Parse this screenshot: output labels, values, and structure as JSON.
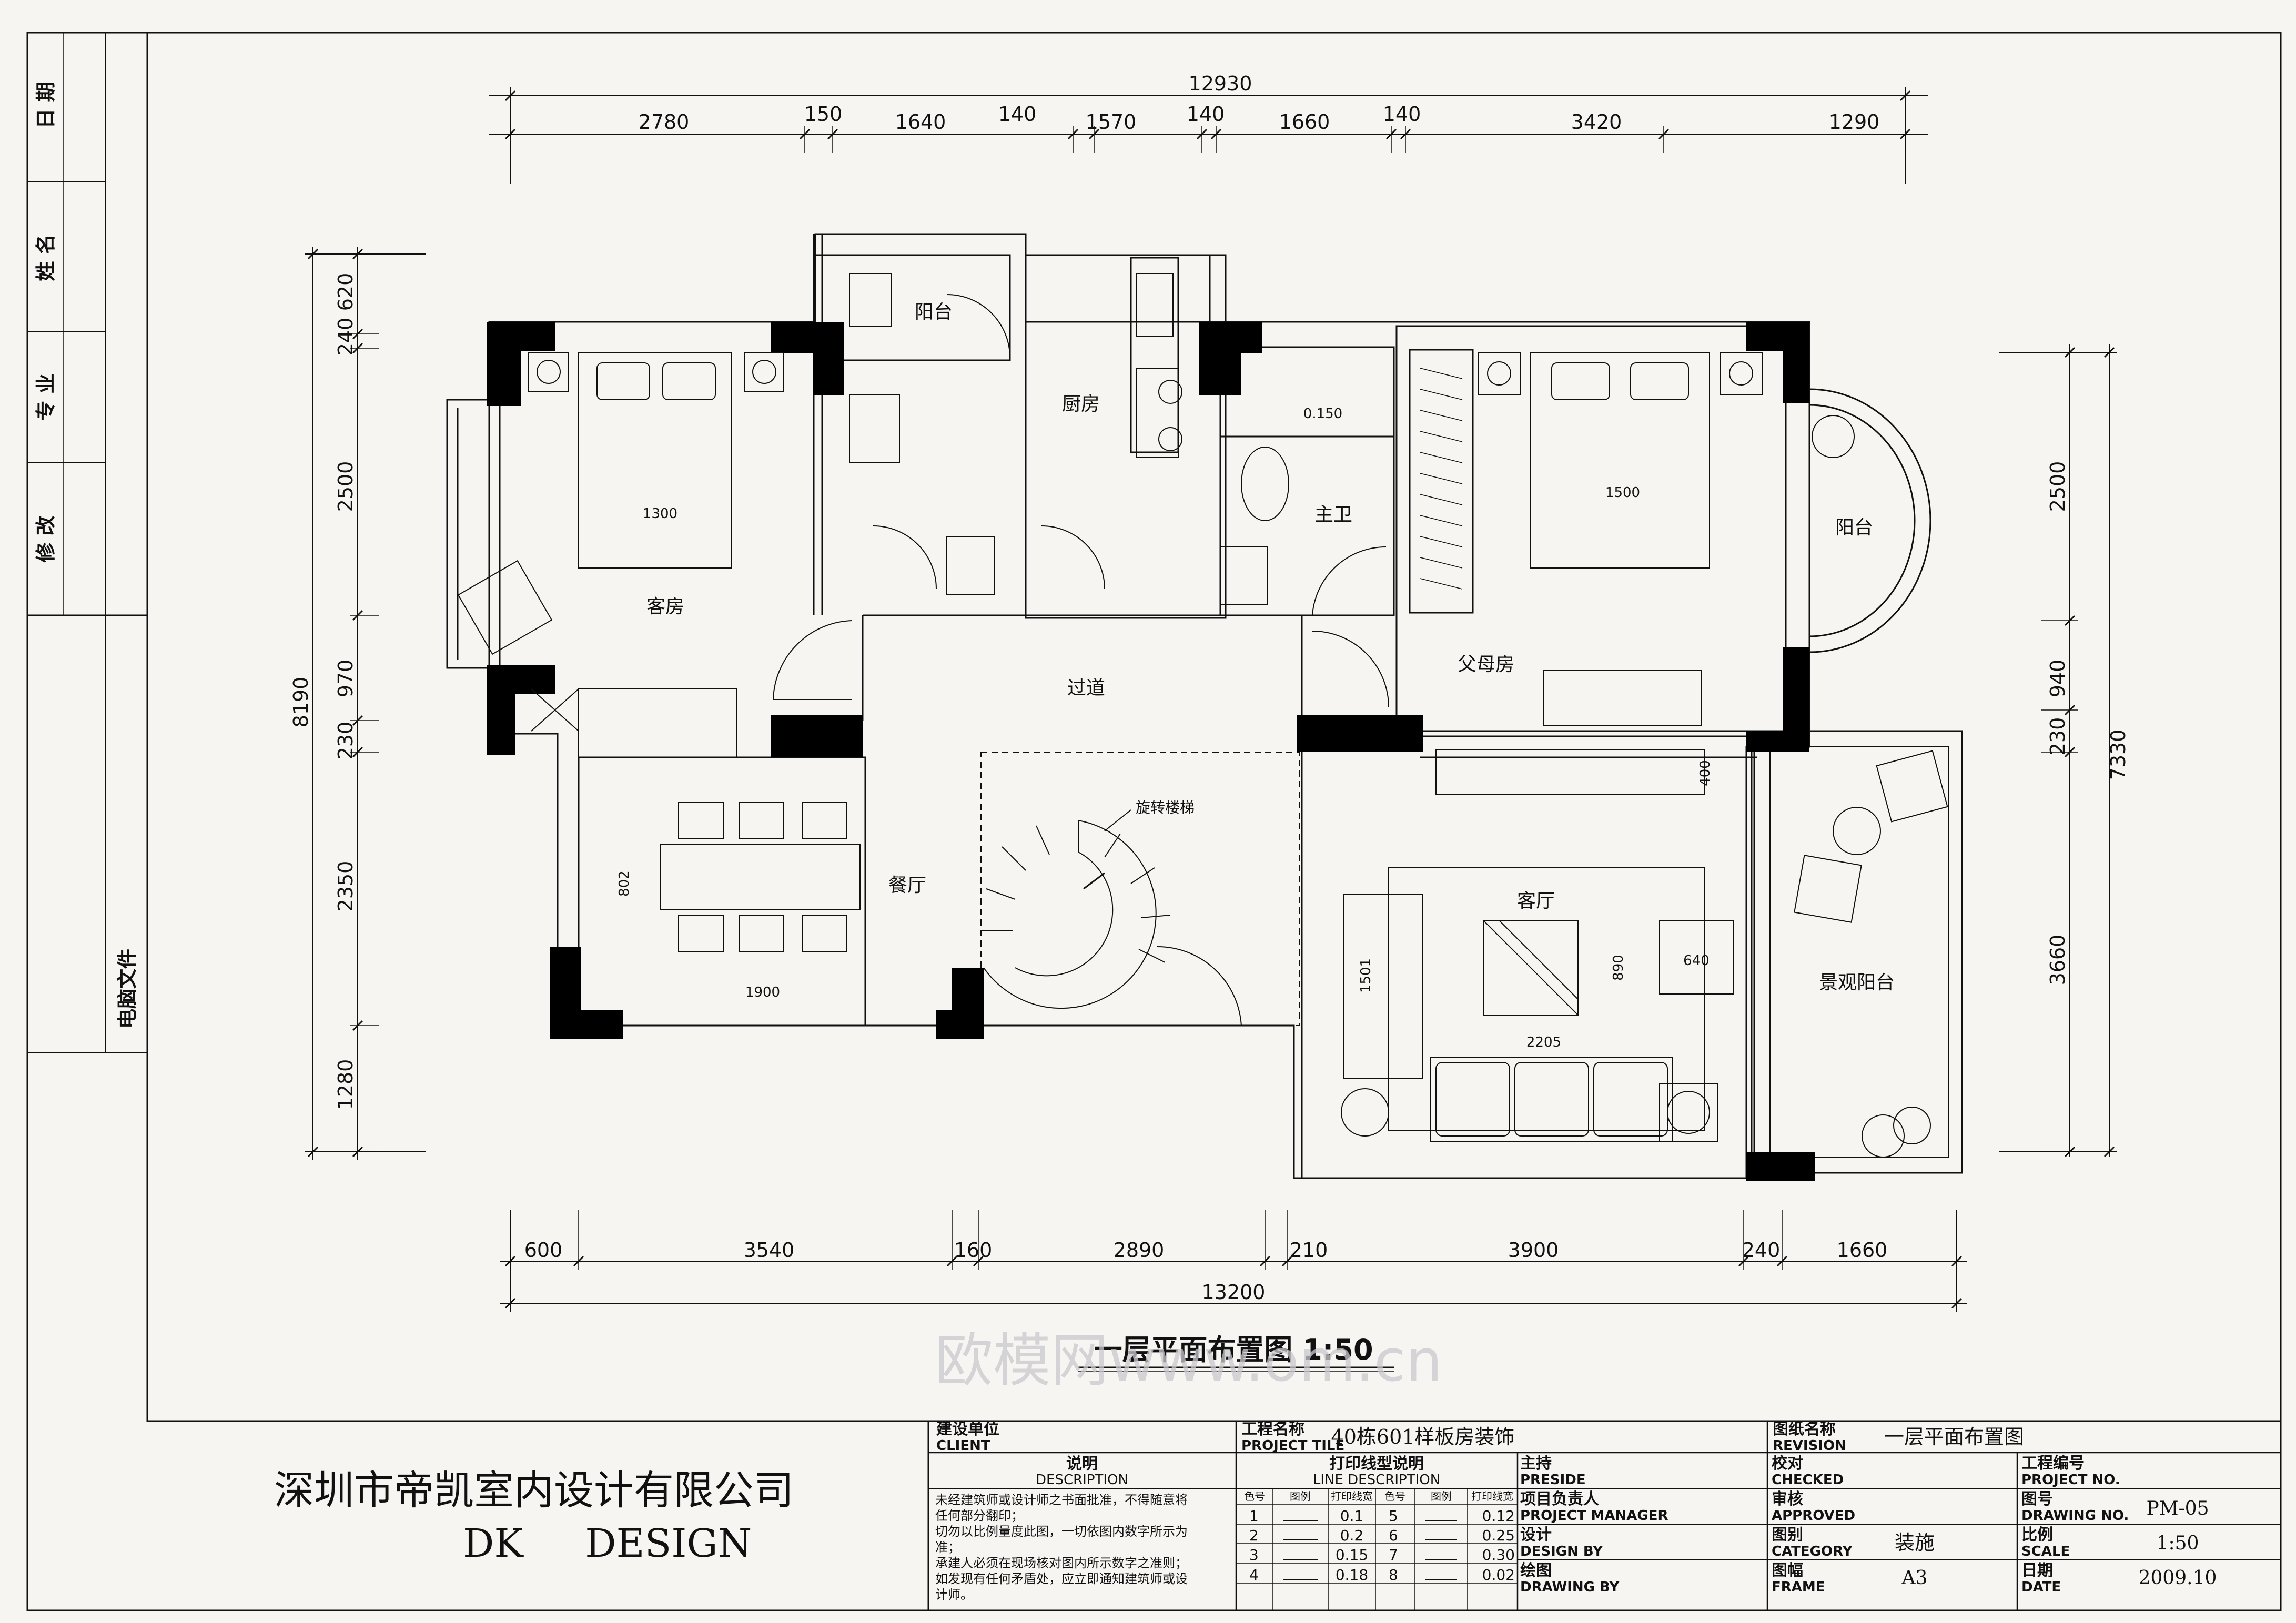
{
  "side_panel": {
    "labels": [
      "日 期",
      "姓 名",
      "专 业",
      "修 改"
    ],
    "computer_file": "电脑文件"
  },
  "dimensions": {
    "top_total": "12930",
    "top": [
      "2780",
      "150",
      "1640",
      "140",
      "1570",
      "140",
      "1660",
      "140",
      "3420",
      "1290"
    ],
    "bottom_total": "13200",
    "bottom": [
      "600",
      "3540",
      "160",
      "2890",
      "210",
      "3900",
      "240",
      "1660"
    ],
    "left_total": "8190",
    "left": [
      "620",
      "240",
      "2500",
      "970",
      "230",
      "2350",
      "1280"
    ],
    "right_total": "7330",
    "right": [
      "2500",
      "940",
      "230",
      "3660"
    ]
  },
  "rooms": {
    "balcony_small": "阳台",
    "kitchen": "厨房",
    "master_bath": "主卫",
    "guest_room": "客房",
    "parents_room": "父母房",
    "balcony_right": "阳台",
    "corridor": "过道",
    "dining": "餐厅",
    "spiral_stair": "旋转楼梯",
    "living": "客厅",
    "view_balcony": "景观阳台"
  },
  "furniture_dims": {
    "bed_left": "1300",
    "bed_right": "1500",
    "table_depth": "802",
    "table_length": "1900",
    "sofa_side": "1501",
    "sofa_long": "2205",
    "coffee_table_depth": "890",
    "armchair": "640",
    "tv_cabinet": "400",
    "shelf": "0.150"
  },
  "drawing_title": "一层平面布置图 1:50",
  "watermark": "欧模网www.om.cn",
  "company": {
    "name_cn": "深圳市帝凯室内设计有限公司",
    "name_en": "DK     DESIGN"
  },
  "title_block": {
    "client_cn": "建设单位",
    "client_en": "CLIENT",
    "project_title_cn": "工程名称",
    "project_title_en": "PROJECT TILE",
    "project_title_value": "40栋601样板房装饰",
    "revision_cn": "图纸名称",
    "revision_en": "REVISION",
    "revision_value": "一层平面布置图",
    "description_cn": "说明",
    "description_en": "DESCRIPTION",
    "description_lines": [
      "未经建筑师或设计师之书面批准，不得随意将",
      "任何部分翻印；",
      "切勿以比例量度此图，一切依图内数字所示为",
      "准；",
      "承建人必须在现场核对图内所示数字之准则；",
      "如发现有任何矛盾处，应立即通知建筑师或设",
      "计师。"
    ],
    "line_desc_cn": "打印线型说明",
    "line_desc_en": "LINE DESCRIPTION",
    "line_table_headers": [
      "色号",
      "图例",
      "打印线宽",
      "色号",
      "图例",
      "打印线宽"
    ],
    "line_table_rows": [
      [
        "1",
        "0.1",
        "5",
        "0.12"
      ],
      [
        "2",
        "0.2",
        "6",
        "0.25"
      ],
      [
        "3",
        "0.15",
        "7",
        "0.30"
      ],
      [
        "4",
        "0.18",
        "8",
        "0.02"
      ]
    ],
    "preside_cn": "主持",
    "preside_en": "PRESIDE",
    "manager_cn": "项目负责人",
    "manager_en": "PROJECT MANAGER",
    "design_cn": "设计",
    "design_en": "DESIGN BY",
    "drawing_cn": "绘图",
    "drawing_en": "DRAWING BY",
    "checked_cn": "校对",
    "checked_en": "CHECKED",
    "approved_cn": "审核",
    "approved_en": "APPROVED",
    "category_cn": "图别",
    "category_en": "CATEGORY",
    "category_value": "装施",
    "frame_cn": "图幅",
    "frame_en": "FRAME",
    "frame_value": "A3",
    "project_no_cn": "工程编号",
    "project_no_en": "PROJECT NO.",
    "drawing_no_cn": "图号",
    "drawing_no_en": "DRAWING NO.",
    "drawing_no_value": "PM-05",
    "scale_cn": "比例",
    "scale_en": "SCALE",
    "scale_value": "1:50",
    "date_cn": "日期",
    "date_en": "DATE",
    "date_value": "2009.10"
  }
}
